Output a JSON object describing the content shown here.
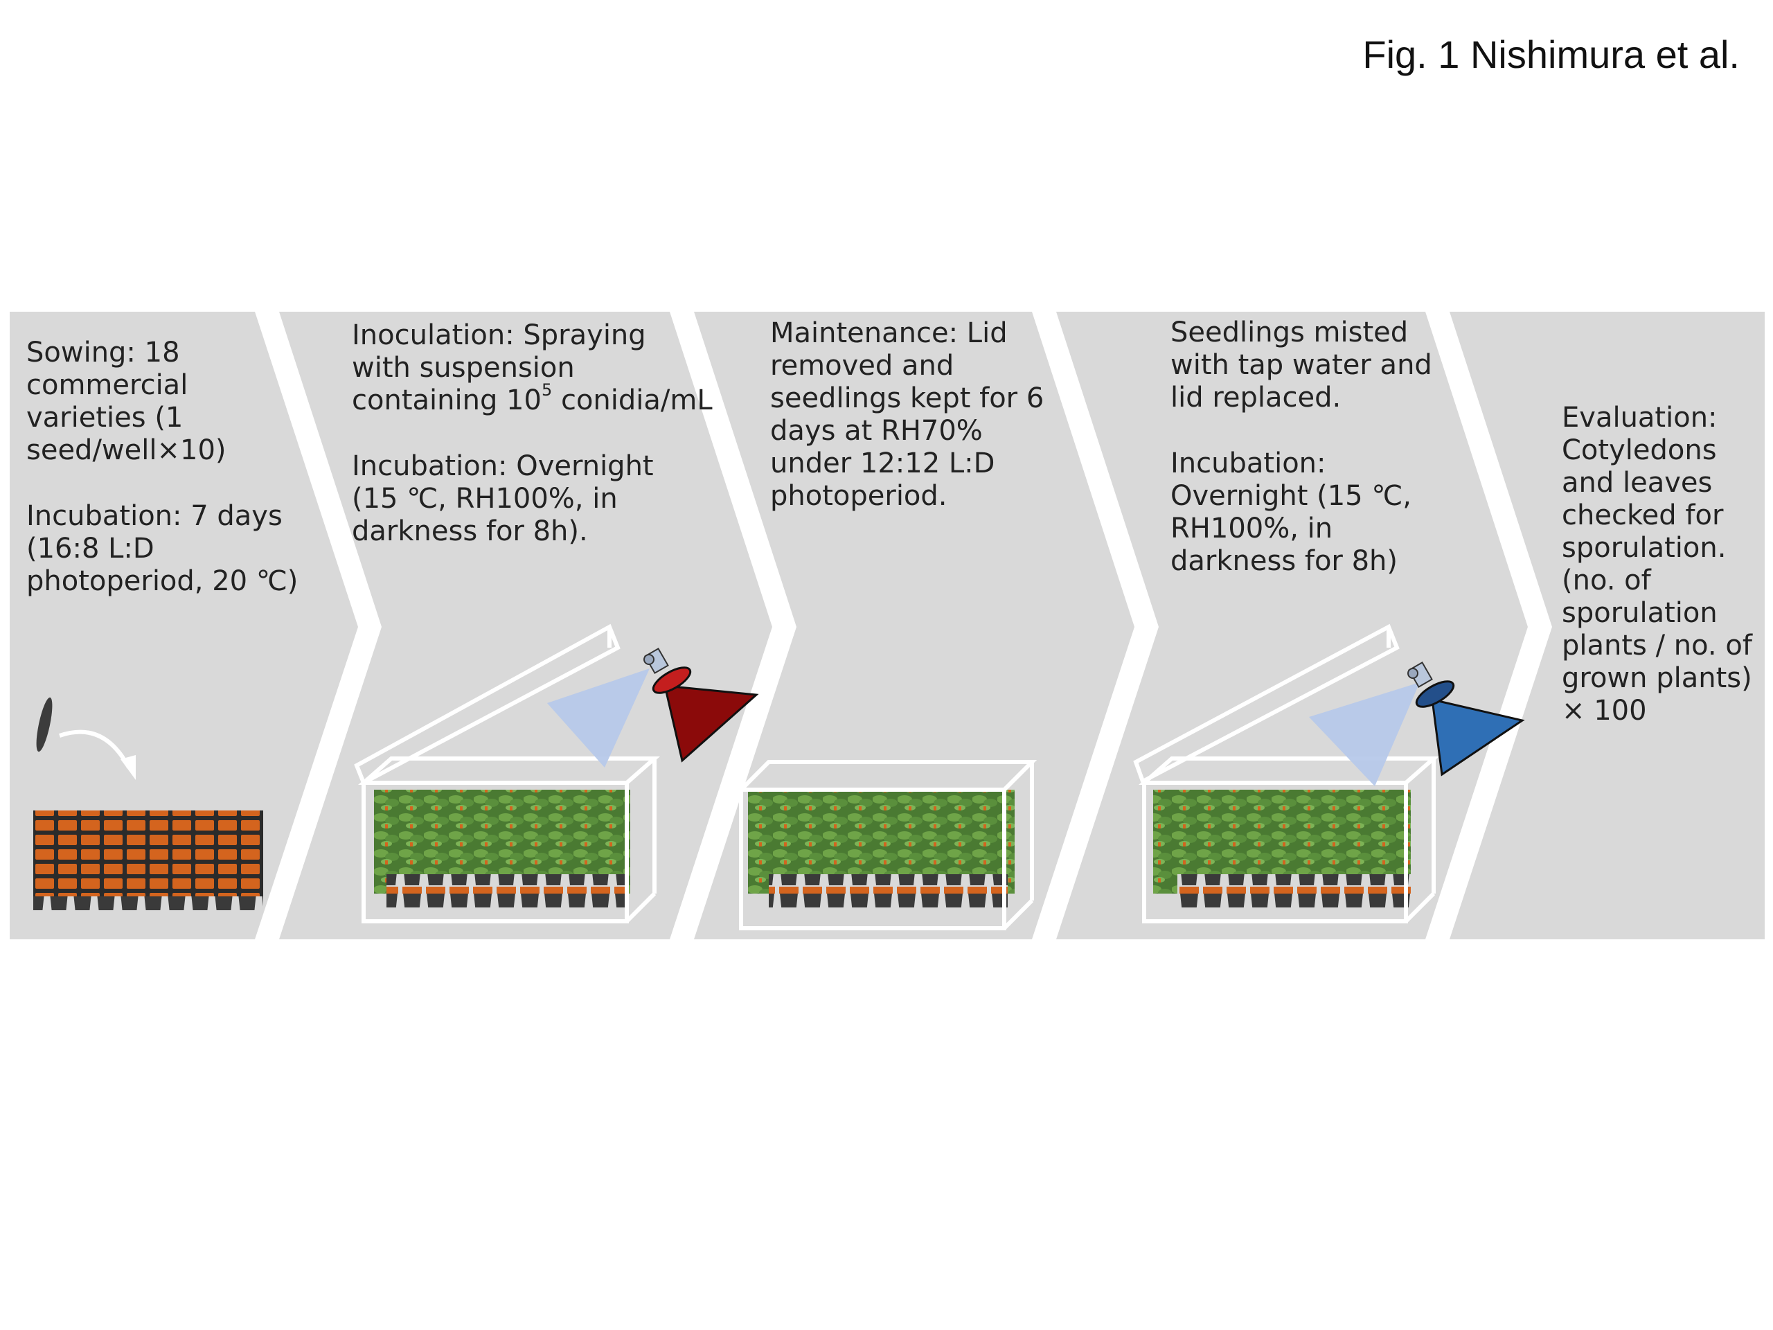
{
  "caption": "Fig. 1 Nishimura et al.",
  "steps": [
    {
      "paragraphs": [
        [
          "Sowing: 18",
          "commercial",
          "varieties (1",
          "seed/well×10)"
        ],
        [
          "Incubation: 7 days",
          "(16:8 L:D",
          "photoperiod, 20 ℃)"
        ]
      ]
    },
    {
      "paragraphs": [
        [
          "Inoculation: Spraying",
          "with suspension"
        ],
        [
          "Incubation: Overnight",
          "(15 ℃, RH100%, in",
          "darkness for 8h)."
        ]
      ],
      "conidia_line": {
        "before": "containing 10",
        "exponent": "5",
        "after": " conidia/mL"
      }
    },
    {
      "paragraphs": [
        [
          "Maintenance: Lid",
          "removed and",
          "seedlings kept for 6",
          "days at RH70%",
          "under 12:12 L:D",
          "photoperiod."
        ]
      ]
    },
    {
      "paragraphs": [
        [
          "Seedlings misted",
          "with tap water and",
          "lid replaced."
        ],
        [
          "Incubation:",
          "Overnight (15 ℃,",
          "RH100%, in",
          "darkness for 8h)"
        ]
      ]
    },
    {
      "paragraphs": [
        [
          "Evaluation:",
          "Cotyledons",
          "and leaves",
          "checked for",
          "sporulation.",
          "(no. of",
          "sporulation",
          "plants / no. of",
          "grown plants)",
          "× 100"
        ]
      ]
    }
  ],
  "icons": {
    "seed": "seed-icon",
    "arrow": "curved-arrow-icon",
    "tray": "seed-tray-icon",
    "sprayer_1": "sprayer-icon",
    "sprayer_2": "mister-icon",
    "box": "transparent-box-icon"
  },
  "colors": {
    "panel": "#d9d9d9",
    "pot": "#d4641e",
    "leaf": "#5a8f3c",
    "sprayer_red": "#8b0a0a",
    "sprayer_blue": "#2f6fb5",
    "spray_mist": "#b7c9ea"
  }
}
